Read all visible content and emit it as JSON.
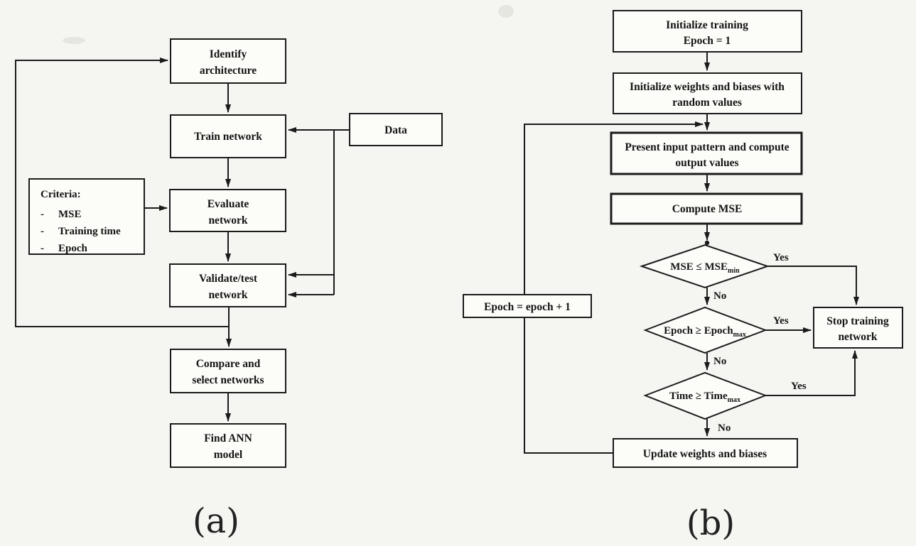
{
  "figure": {
    "panel_a_label": "(a)",
    "panel_b_label": "(b)"
  },
  "panel_a": {
    "identify": [
      "Identify",
      "architecture"
    ],
    "train": [
      "Train network"
    ],
    "evaluate": [
      "Evaluate",
      "network"
    ],
    "validate": [
      "Validate/test",
      "network"
    ],
    "compare": [
      "Compare and",
      "select networks"
    ],
    "find": [
      "Find ANN",
      "model"
    ],
    "data": "Data",
    "criteria": {
      "title": "Criteria:",
      "bullet": "-",
      "items": [
        "MSE",
        "Training time",
        "Epoch"
      ]
    }
  },
  "panel_b": {
    "initialize_training": [
      "Initialize training",
      "Epoch = 1"
    ],
    "initialize_weights": [
      "Initialize weights and biases with",
      "random values"
    ],
    "present_input": [
      "Present input pattern and compute",
      "output values"
    ],
    "compute_mse": [
      "Compute MSE"
    ],
    "decision_mse": {
      "main": "MSE ≤ MSE",
      "sub": "min"
    },
    "decision_epoch": {
      "main": "Epoch ≥ Epoch",
      "sub": "max"
    },
    "decision_time": {
      "main": "Time ≥ Time",
      "sub": "max"
    },
    "stop": [
      "Stop training",
      "network"
    ],
    "update": [
      "Update weights and biases"
    ],
    "increment": [
      "Epoch = epoch + 1"
    ],
    "yes": "Yes",
    "no": "No"
  },
  "colors": {
    "background": "#f5f5f2",
    "box_fill": "#fcfcf9",
    "line": "#1b1b1b",
    "text": "#141414"
  }
}
